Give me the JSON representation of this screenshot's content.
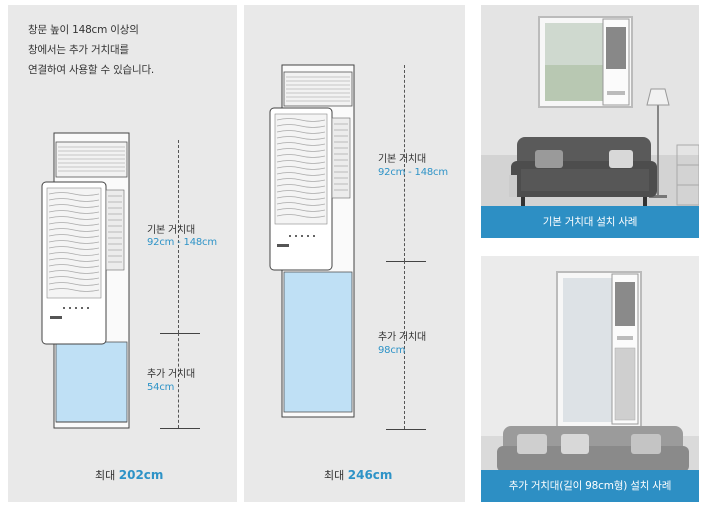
{
  "left_panel": {
    "intro_lines": [
      "창문 높이 148cm 이상의",
      "창에서는 추가 거치대를",
      "연결하여 사용할 수 있습니다."
    ],
    "basic_label": "기본 거치대",
    "basic_range": "92cm - 148cm",
    "extra_label": "추가 거치대",
    "extra_length": "54cm",
    "max_prefix": "최대",
    "max_value": "202cm"
  },
  "mid_panel": {
    "basic_label": "기본 거치대",
    "basic_range": "92cm - 148cm",
    "extra_label": "추가 거치대",
    "extra_length": "98cm",
    "max_prefix": "최대",
    "max_value": "246cm"
  },
  "photos": {
    "top_caption": "기본 거치대 설치 사례",
    "bottom_caption": "추가 거치대(길이 98cm형) 설치 사례"
  },
  "colors": {
    "accent": "#2d8fc4",
    "value_text": "#2e93c7",
    "panel_bg": "#e9e9e9",
    "extension_fill": "#bfe0f5"
  }
}
